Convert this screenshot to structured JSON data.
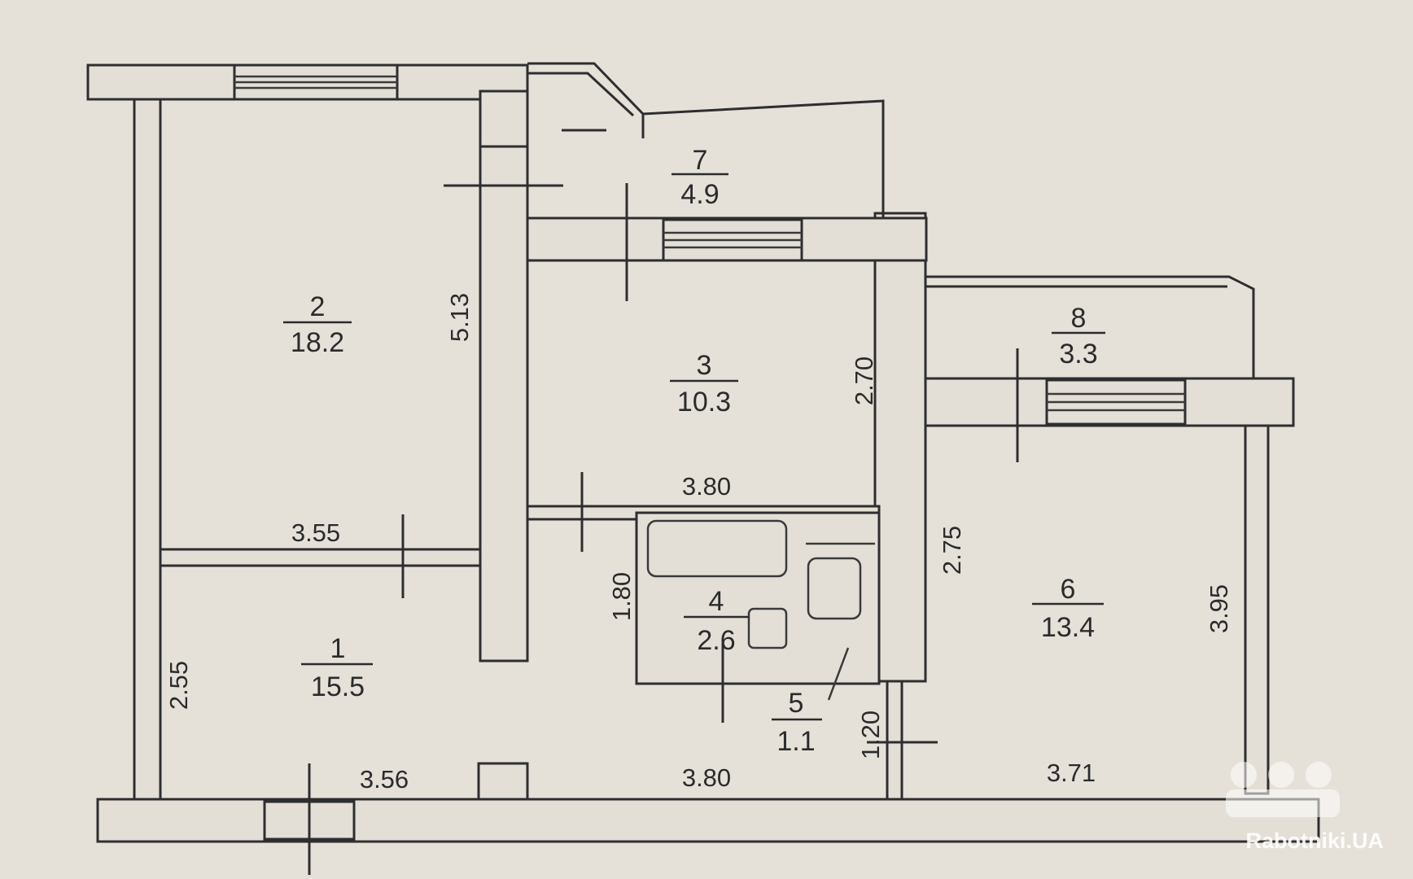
{
  "rooms": [
    {
      "number": "1",
      "area": "15.5"
    },
    {
      "number": "2",
      "area": "18.2"
    },
    {
      "number": "3",
      "area": "10.3"
    },
    {
      "number": "4",
      "area": "2.6"
    },
    {
      "number": "5",
      "area": "1.1"
    },
    {
      "number": "6",
      "area": "13.4"
    },
    {
      "number": "7",
      "area": "4.9"
    },
    {
      "number": "8",
      "area": "3.3"
    }
  ],
  "dimensions": {
    "room2_width": "3.55",
    "room2_length": "5.13",
    "room1_width": "3.56",
    "room1_length": "2.55",
    "room3_width": "3.80",
    "room3_length": "2.70",
    "hall_width": "3.80",
    "hall_length": "1.80",
    "wc_length": "1.20",
    "room6_width": "3.71",
    "room6_length_inner": "2.75",
    "room6_length": "3.95"
  },
  "watermark": "Rabotniki.UA"
}
